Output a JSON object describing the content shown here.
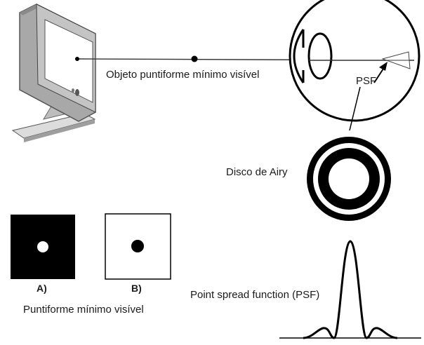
{
  "labels": {
    "object_caption": "Objeto puntiforme mínimo visível",
    "psf_short": "PSF",
    "airy_disc": "Disco de Airy",
    "psf_full": "Point spread function (PSF)",
    "panel_a": "A)",
    "panel_b": "B)",
    "bottom_caption": "Puntiforme mínimo visível"
  },
  "colors": {
    "ink": "#1a1a1a",
    "monitor_gray": "#c8c8c8",
    "panel_black": "#000000"
  },
  "icons": [
    "monitor-icon",
    "eye-icon"
  ]
}
